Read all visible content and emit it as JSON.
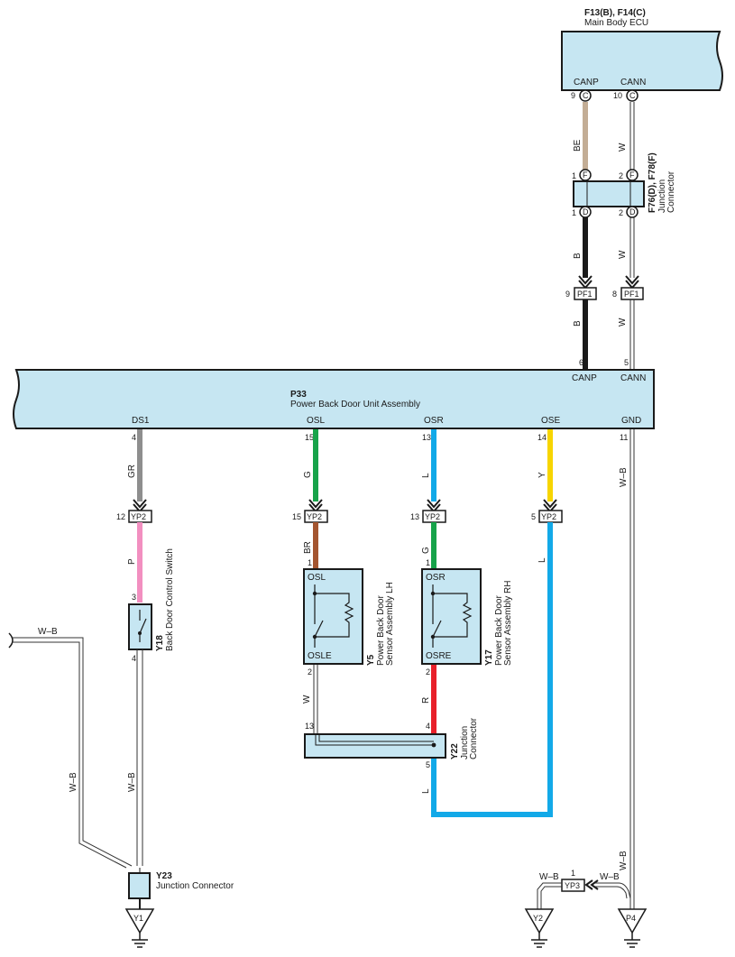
{
  "ecu": {
    "code": "F13(B), F14(C)",
    "name": "Main Body ECU",
    "canp": "CANP",
    "cann": "CANN",
    "pin_canp": "9",
    "pin_cann": "10",
    "conn_canp": "C",
    "conn_cann": "C"
  },
  "jc_f76": {
    "code": "F76(D), F78(F)",
    "name_line1": "Junction",
    "name_line2": "Connector",
    "pin_in_1": "1",
    "pin_in_2": "2",
    "conn_in_1": "F",
    "conn_in_2": "F",
    "pin_out_1": "1",
    "pin_out_2": "2",
    "conn_out_1": "D",
    "conn_out_2": "D"
  },
  "pf1": {
    "label": "PF1",
    "pin_left": "9",
    "pin_right": "8"
  },
  "wires": {
    "be": "BE",
    "w": "W",
    "b": "B",
    "gr": "GR",
    "g": "G",
    "l": "L",
    "y": "Y",
    "wb": "W–B",
    "p": "P",
    "br": "BR",
    "r": "R"
  },
  "p33": {
    "code": "P33",
    "name": "Power Back Door Unit Assembly",
    "canp": "CANP",
    "cann": "CANN",
    "pin_canp": "6",
    "pin_cann": "5",
    "ds1": "DS1",
    "osl": "OSL",
    "osr": "OSR",
    "ose": "OSE",
    "gnd": "GND",
    "pin_ds1": "4",
    "pin_osl": "15",
    "pin_osr": "13",
    "pin_ose": "14",
    "pin_gnd": "11"
  },
  "yp2": {
    "label": "YP2",
    "pin_ds1": "12",
    "pin_osl": "15",
    "pin_osr": "13",
    "pin_ose": "5"
  },
  "y18": {
    "code": "Y18",
    "name": "Back Door Control Switch",
    "pin_top": "3",
    "pin_bottom": "4"
  },
  "y5": {
    "code": "Y5",
    "name_line1": "Power Back Door",
    "name_line2": "Sensor Assembly LH",
    "top_label": "OSL",
    "bottom_label": "OSLE",
    "pin_top": "1",
    "pin_bottom": "2"
  },
  "y17": {
    "code": "Y17",
    "name_line1": "Power Back Door",
    "name_line2": "Sensor Assembly RH",
    "top_label": "OSR",
    "bottom_label": "OSRE",
    "pin_top": "1",
    "pin_bottom": "2"
  },
  "y22": {
    "code": "Y22",
    "name_line1": "Junction",
    "name_line2": "Connector",
    "pin_left": "13",
    "pin_right": "4",
    "pin_bottom": "5"
  },
  "y23": {
    "code": "Y23",
    "name": "Junction Connector"
  },
  "yp3": {
    "label": "YP3",
    "pin": "1"
  },
  "grounds": {
    "y1": "Y1",
    "y2": "Y2",
    "p4": "P4"
  },
  "colors": {
    "box_fill": "#c6e6f2",
    "be": "#c3ad95",
    "black": "#1a1a1a",
    "gr": "#8e8e8e",
    "green": "#17a34a",
    "blue": "#12a9e8",
    "yellow": "#f7d500",
    "pink": "#f28fc0",
    "brown": "#a45530",
    "red": "#e8202a"
  }
}
